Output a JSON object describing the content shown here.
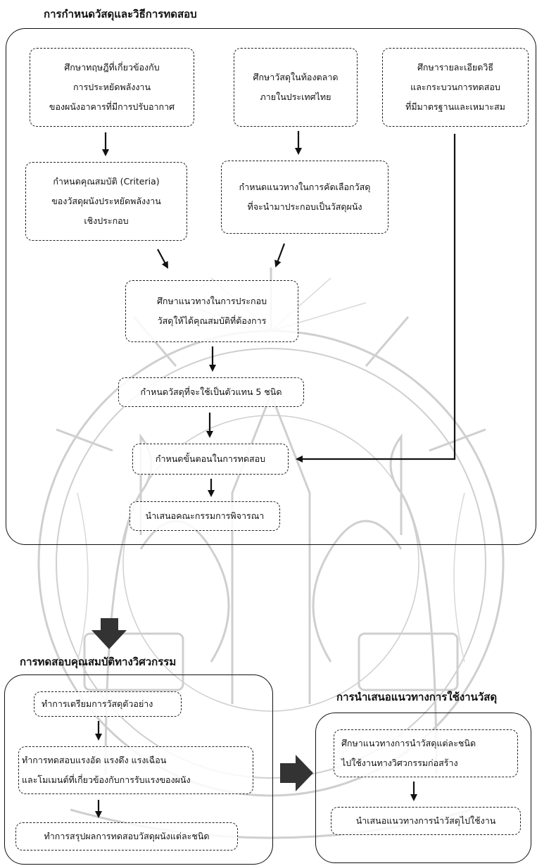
{
  "section1": {
    "title": "การกำหนดวัสดุและวิธีการทดสอบ",
    "box_theory": [
      "ศึกษาทฤษฎีที่เกี่ยวข้องกับ",
      "การประหยัดพลังงาน",
      "ของผนังอาคารที่มีการปรับอากาศ"
    ],
    "box_market": [
      "ศึกษาวัสดุในท้องตลาด",
      "ภายในประเทศไทย"
    ],
    "box_test_method": [
      "ศึกษารายละเอียดวิธี",
      "และกระบวนการทดสอบ",
      "ที่มีมาตรฐานและเหมาะสม"
    ],
    "box_criteria": [
      "กำหนดคุณสมบัติ (Criteria)",
      "ของวัสดุผนังประหยัดพลังงาน",
      "เชิงประกอบ"
    ],
    "box_selection": [
      "กำหนดแนวทางในการคัดเลือกวัสดุ",
      "ที่จะนำมาประกอบเป็นวัสดุผนัง"
    ],
    "box_assembly": [
      "ศึกษาแนวทางในการประกอบ",
      "วัสดุให้ได้คุณสมบัติที่ต้องการ"
    ],
    "box_specify_5": [
      "กำหนดวัสดุที่จะใช้เป็นตัวแทน 5 ชนิด"
    ],
    "box_test_steps": [
      "กำหนดขั้นตอนในการทดสอบ"
    ],
    "box_committee": [
      "นำเสนอคณะกรรมการพิจารณา"
    ]
  },
  "section2": {
    "title": "การทดสอบคุณสมบัติทางวิศวกรรม",
    "box_prepare": [
      "ทำการเตรียมการวัสดุตัวอย่าง"
    ],
    "box_testing": [
      "ทำการทดสอบแรงอัด แรงดึง แรงเฉือน",
      "และโมเมนต์ที่เกี่ยวข้องกับการรับแรงของผนัง"
    ],
    "box_summary": [
      "ทำการสรุปผลการทดสอบวัสดุผนังแต่ละชนิด"
    ]
  },
  "section3": {
    "title": "การนำเสนอแนวทางการใช้งานวัสดุ",
    "box_study_use": [
      "ศึกษาแนวทางการนำวัสดุแต่ละชนิด",
      "ไปใช้งานทางวิศวกรรมก่อสร้าง"
    ],
    "box_present_use": [
      "นำเสนอแนวทางการนำวัสดุไปใช้งาน"
    ]
  },
  "colors": {
    "line": "#111111",
    "background": "#ffffff",
    "watermark": "#c9c9c9",
    "block_arrow": "#333333"
  }
}
